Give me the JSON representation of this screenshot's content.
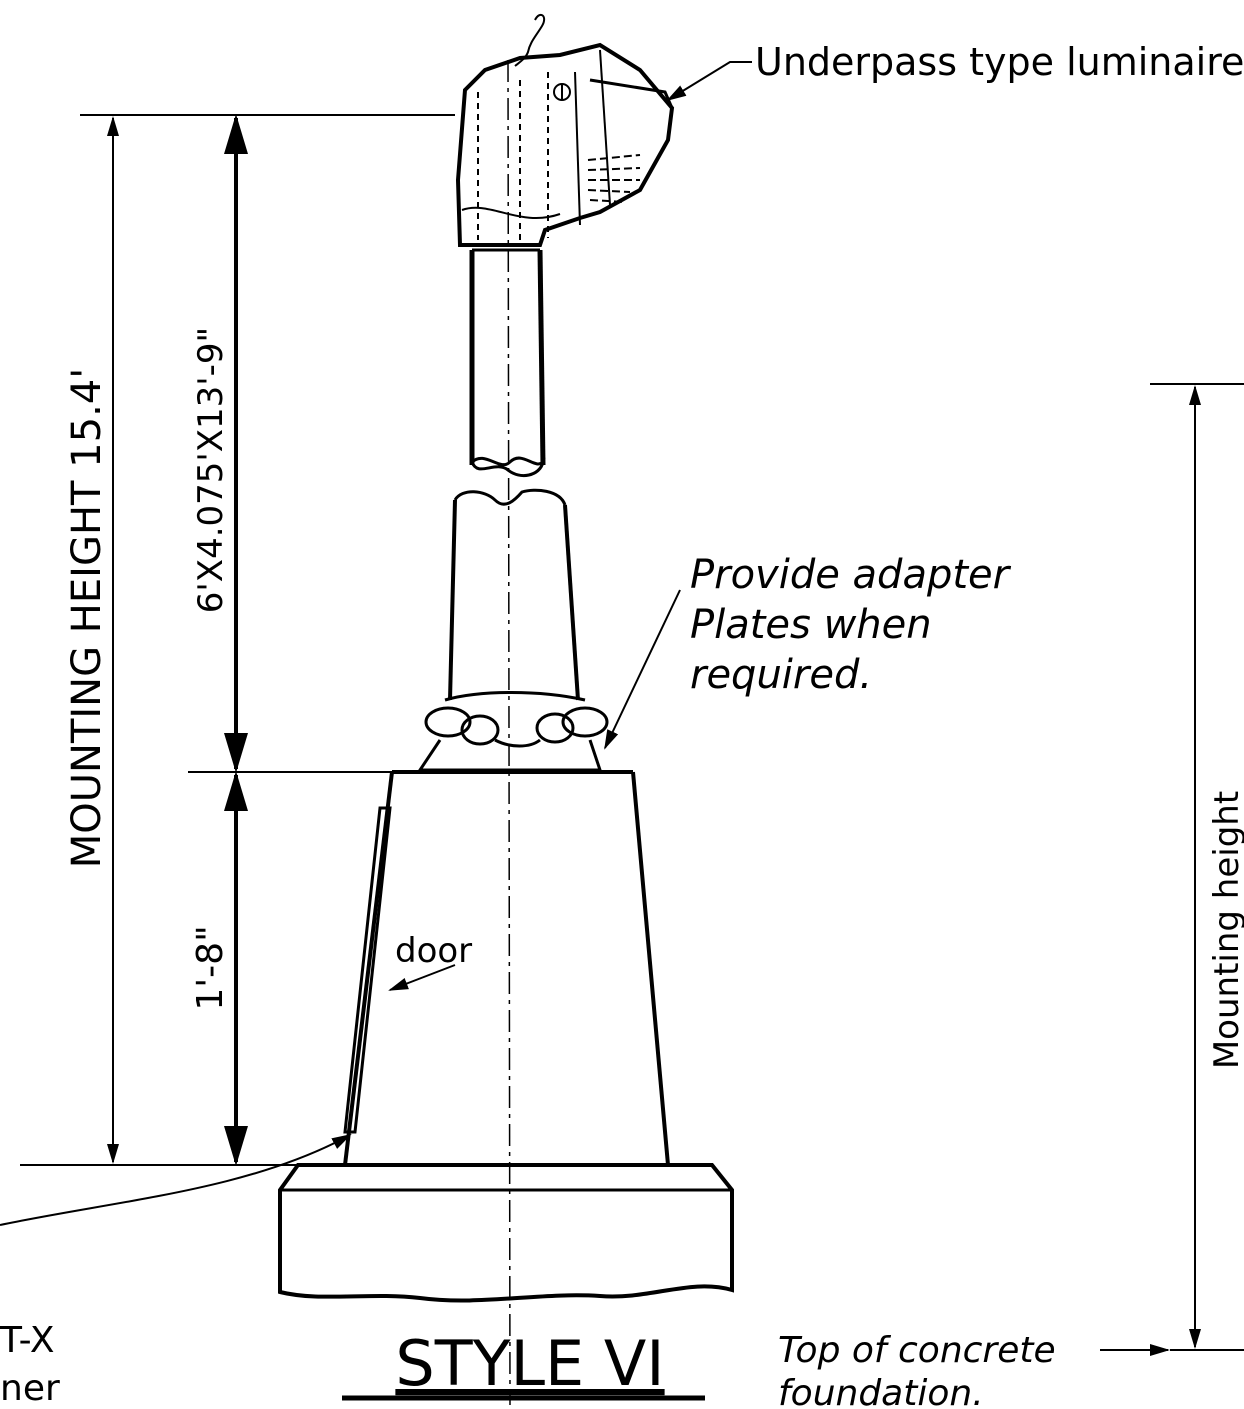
{
  "diagram": {
    "luminaire_label": "Underpass type luminaire",
    "mounting_height_label": "MOUNTING HEIGHT 15.4'",
    "pole_dimension_label": "6'X4.075'X13'-9\"",
    "base_dimension_label": "1'-8\"",
    "door_label": "door",
    "adapter_note": [
      "Provide adapter",
      "Plates when",
      "required."
    ],
    "right_height_label": "Mounting height",
    "foundation_note": [
      "Top of concrete",
      "foundation."
    ],
    "style_title": "STYLE VI",
    "left_fragment_lines": [
      "T-X",
      "ner"
    ]
  },
  "colors": {
    "ink": "#000000",
    "paper": "#ffffff"
  }
}
